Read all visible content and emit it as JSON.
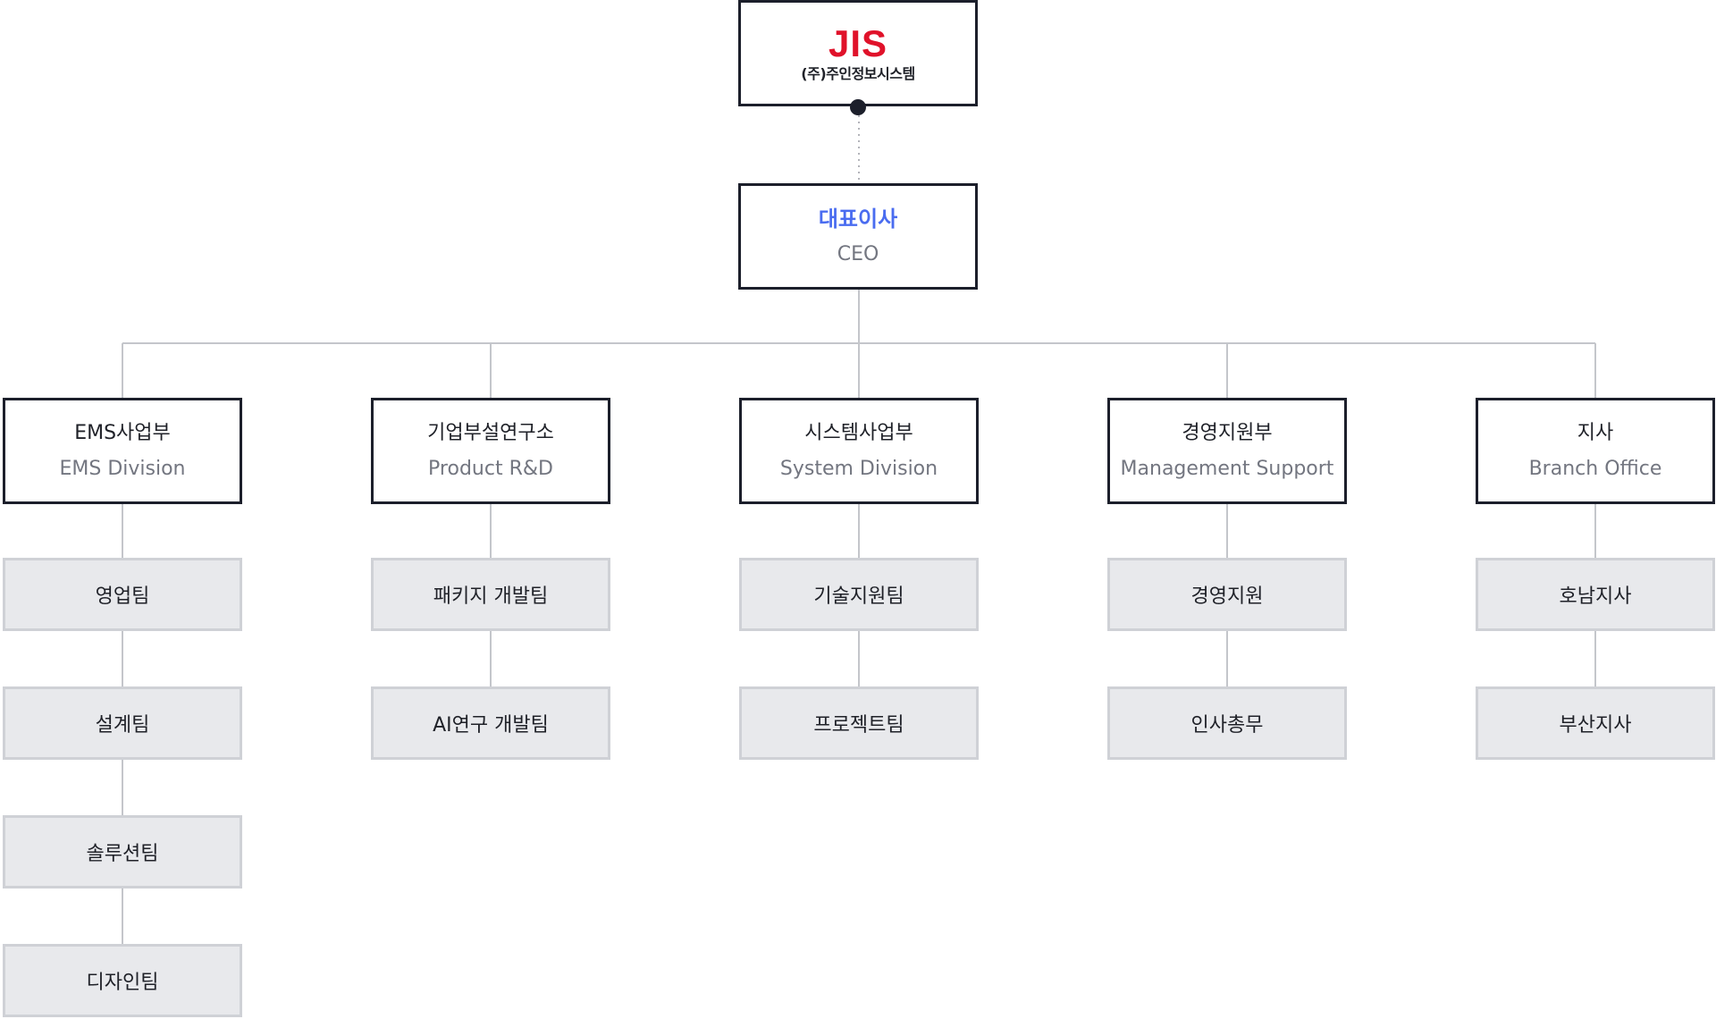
{
  "company": {
    "logo": "JIS",
    "name": "(주)주인정보시스템"
  },
  "ceo": {
    "kr": "대표이사",
    "en": "CEO"
  },
  "divisions": [
    {
      "kr": "EMS사업부",
      "en": "EMS Division",
      "teams": [
        "영업팀",
        "설계팀",
        "솔루션팀",
        "디자인팀"
      ]
    },
    {
      "kr": "기업부설연구소",
      "en": "Product R&D",
      "teams": [
        "패키지 개발팀",
        "AI연구 개발팀"
      ]
    },
    {
      "kr": "시스템사업부",
      "en": "System Division",
      "teams": [
        "기술지원팀",
        "프로젝트팀"
      ]
    },
    {
      "kr": "경영지원부",
      "en": "Management Support",
      "teams": [
        "경영지원",
        "인사총무"
      ]
    },
    {
      "kr": "지사",
      "en": "Branch Office",
      "teams": [
        "호남지사",
        "부산지사"
      ]
    }
  ],
  "colors": {
    "logo": "#e0122a",
    "ceo_accent": "#4a6cf0",
    "box_border": "#1c1f2b",
    "team_fill": "#e8e9ec",
    "connector": "#c4c6cb"
  }
}
